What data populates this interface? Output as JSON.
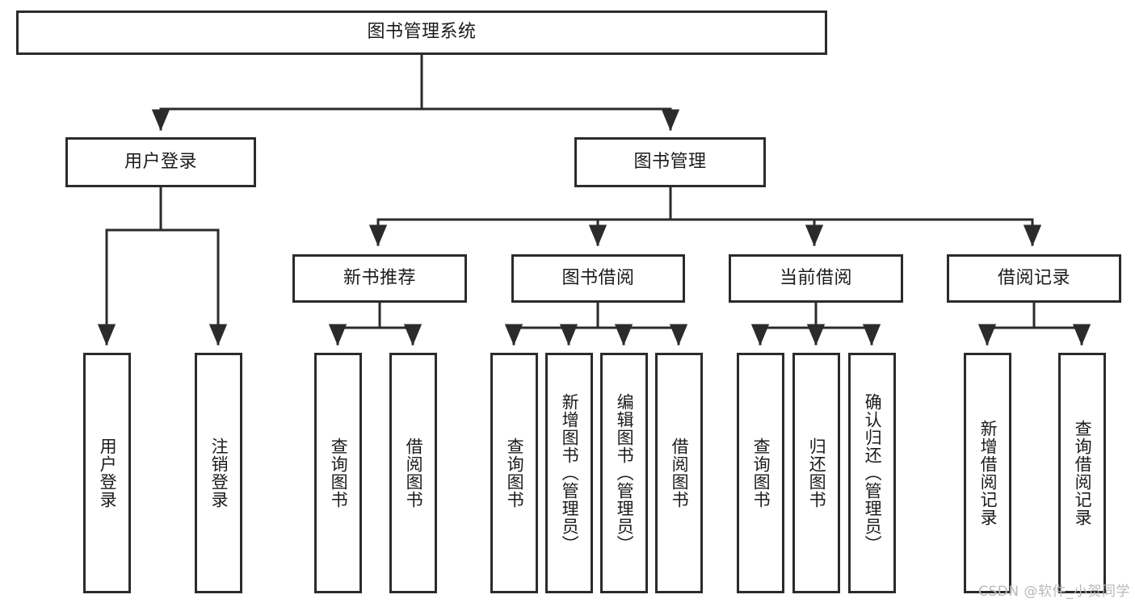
{
  "diagram": {
    "title": "图书管理系统",
    "type": "tree",
    "stroke_color": "#2b2b2b",
    "fill_color": "#ffffff",
    "text_color": "#1b1b1b"
  },
  "nodes": {
    "root": {
      "label": "图书管理系统"
    },
    "level2": [
      {
        "label": "用户登录"
      },
      {
        "label": "图书管理"
      }
    ],
    "level3": [
      {
        "label": "新书推荐"
      },
      {
        "label": "图书借阅"
      },
      {
        "label": "当前借阅"
      },
      {
        "label": "借阅记录"
      }
    ],
    "leaves": {
      "user_login": [
        {
          "label": "用户登录"
        },
        {
          "label": "注销登录"
        }
      ],
      "new_book": [
        {
          "label": "查询图书"
        },
        {
          "label": "借阅图书"
        }
      ],
      "book_borrow": [
        {
          "label": "查询图书"
        },
        {
          "label": "新增图书（管理员）"
        },
        {
          "label": "编辑图书（管理员）"
        },
        {
          "label": "借阅图书"
        }
      ],
      "current_borrow": [
        {
          "label": "查询图书"
        },
        {
          "label": "归还图书"
        },
        {
          "label": "确认归还（管理员）"
        }
      ],
      "borrow_record": [
        {
          "label": "新增借阅记录"
        },
        {
          "label": "查询借阅记录"
        }
      ]
    }
  },
  "watermark": {
    "text": "CSDN @软件_小贺同学"
  }
}
